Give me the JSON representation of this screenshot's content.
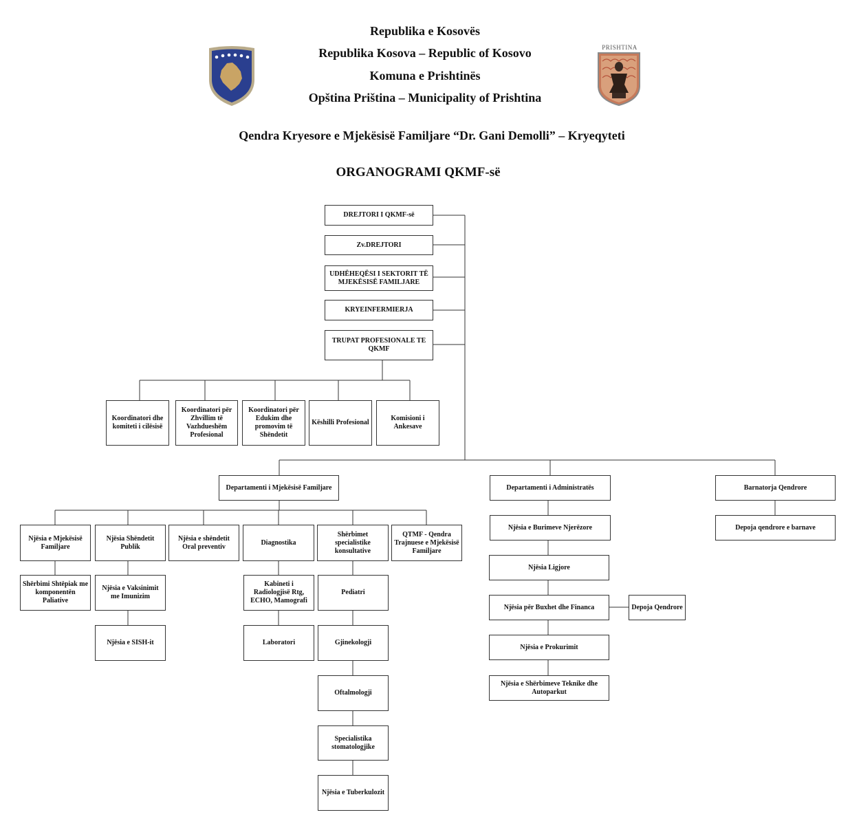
{
  "header": {
    "line1": "Republika e Kosovës",
    "line2": "Republika Kosova – Republic of Kosovo",
    "line3": "Komuna e Prishtinës",
    "line4": "Opština Priština – Municipality of Prishtina",
    "subtitle": "Qendra Kryesore e Mjekësisë Familjare “Dr. Gani Demolli” – Kryeqyteti",
    "title": "ORGANOGRAMI QKMF-së",
    "left_emblem": "kosovo-coat-of-arms",
    "right_emblem": {
      "name": "prishtina-coat-of-arms",
      "label": "PRISHTINA"
    }
  },
  "colors": {
    "kosovo_blue": "#2a3f8f",
    "kosovo_gold": "#c9a465",
    "prishtina_red": "#b5523a",
    "line": "#333333"
  },
  "leadership": [
    "DREJTORI I QKMF-së",
    "Zv.DREJTORI",
    "UDHËHEQËSI  I SEKTORIT TË MJEKËSISË FAMILJARE",
    "KRYEINFERMIERJA",
    "TRUPAT PROFESIONALE TE QKMF"
  ],
  "professional_bodies": [
    "Koordinatori dhe komiteti i cilësisë",
    "Koordinatori për Zhvillim të Vazhdueshëm Profesional",
    "Koordinatori për Edukim dhe promovim të Shëndetit",
    "Këshilli Profesional",
    "Komisioni i Ankesave"
  ],
  "departments": {
    "family_medicine": {
      "label": "Departamenti i Mjekësisë Familjare",
      "units": [
        "Njësia e Mjekësisë Familjare",
        "Njësia Shëndetit Publik",
        "Njësia e shëndetit Oral preventiv",
        "Diagnostika",
        "Shërbimet specialistike konsultative",
        "QTMF - Qendra Trajnuese e Mjekësisë Familjare"
      ],
      "sub_units": {
        "family_medicine": [
          "Shërbimi Shtëpiak me komponentën Paliative"
        ],
        "public_health": [
          "Njësia e Vaksinimit me Imunizim",
          "Njësia e SISH-it"
        ],
        "diagnostics": [
          "Kabineti i Radiologjisë Rtg, ECHO, Mamografi",
          "Laboratori"
        ],
        "specialist": [
          "Pediatri",
          "Gjinekologji",
          "Oftalmologji",
          "Specialistika stomatologjike",
          "Njësia e Tuberkulozit"
        ]
      }
    },
    "administration": {
      "label": "Departamenti i Administratës",
      "units": [
        "Njësia e Burimeve Njerëzore",
        "Njësia Ligjore",
        "Njësia për Buxhet dhe Financa",
        "Njësia e Prokurimit",
        "Njësia e Shërbimeve Teknike dhe Autoparkut"
      ],
      "side_unit": "Depoja Qendrore"
    },
    "pharmacy": {
      "label": "Barnatorja Qendrore",
      "units": [
        "Depoja qendrore e barnave"
      ]
    }
  }
}
